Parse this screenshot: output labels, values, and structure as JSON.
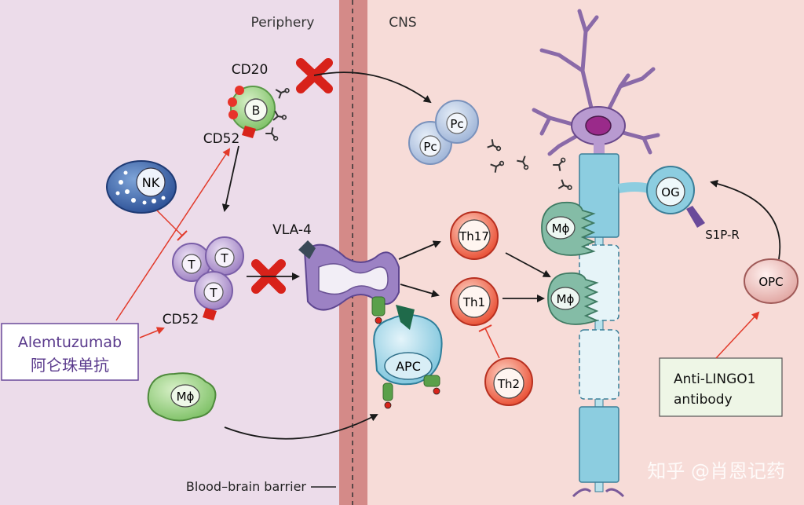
{
  "regions": {
    "periphery": "Periphery",
    "cns": "CNS",
    "bbb": "Blood–brain barrier"
  },
  "cells": {
    "b": "B",
    "nk": "NK",
    "t": "T",
    "pc": "Pc",
    "th17": "Th17",
    "th1": "Th1",
    "th2": "Th2",
    "apc": "APC",
    "macrophage": "Mϕ",
    "og": "OG",
    "opc": "OPC"
  },
  "labels": {
    "cd20": "CD20",
    "cd52_b": "CD52",
    "cd52_t": "CD52",
    "vla4": "VLA-4",
    "s1pr": "S1P-R"
  },
  "drugs": {
    "alemtuzumab": {
      "line1": "Alemtuzumab",
      "line2": "阿仑珠单抗"
    },
    "anti_lingo1": {
      "line1": "Anti-LINGO1",
      "line2": "antibody"
    }
  },
  "watermark": "知乎 @肖恩记药",
  "colors": {
    "periphery_bg": "#ecdcea",
    "cns_bg": "#f7dcd8",
    "bbb": "#d48a88",
    "red": "#e23a2a",
    "alemtuzumab_text": "#5a3a8c",
    "lingo_box": "#eef6e6"
  }
}
